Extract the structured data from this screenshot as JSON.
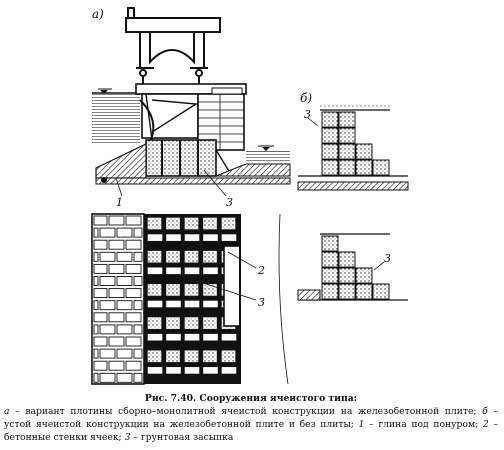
{
  "figure": {
    "panel_labels": {
      "a": "а)",
      "b": "б)"
    },
    "callouts": {
      "one": "1",
      "two": "2",
      "three": "3"
    }
  },
  "caption": {
    "title": "Рис. 7.40. Сооружения ячеистого типа:",
    "parts": [
      {
        "key": "а",
        "text": "вариант плотины сборно–монолитной ячеистой конструкции на железобетонной плите;"
      },
      {
        "key": "б",
        "text": "устой ячеистой конструкции на железобетонной плите и без плиты;"
      },
      {
        "key": "1",
        "text": "глина под понуром;"
      },
      {
        "key": "2",
        "text": "бетонные стенки ячеек;"
      },
      {
        "key": "3",
        "text": "грунтовая засыпка"
      }
    ]
  }
}
